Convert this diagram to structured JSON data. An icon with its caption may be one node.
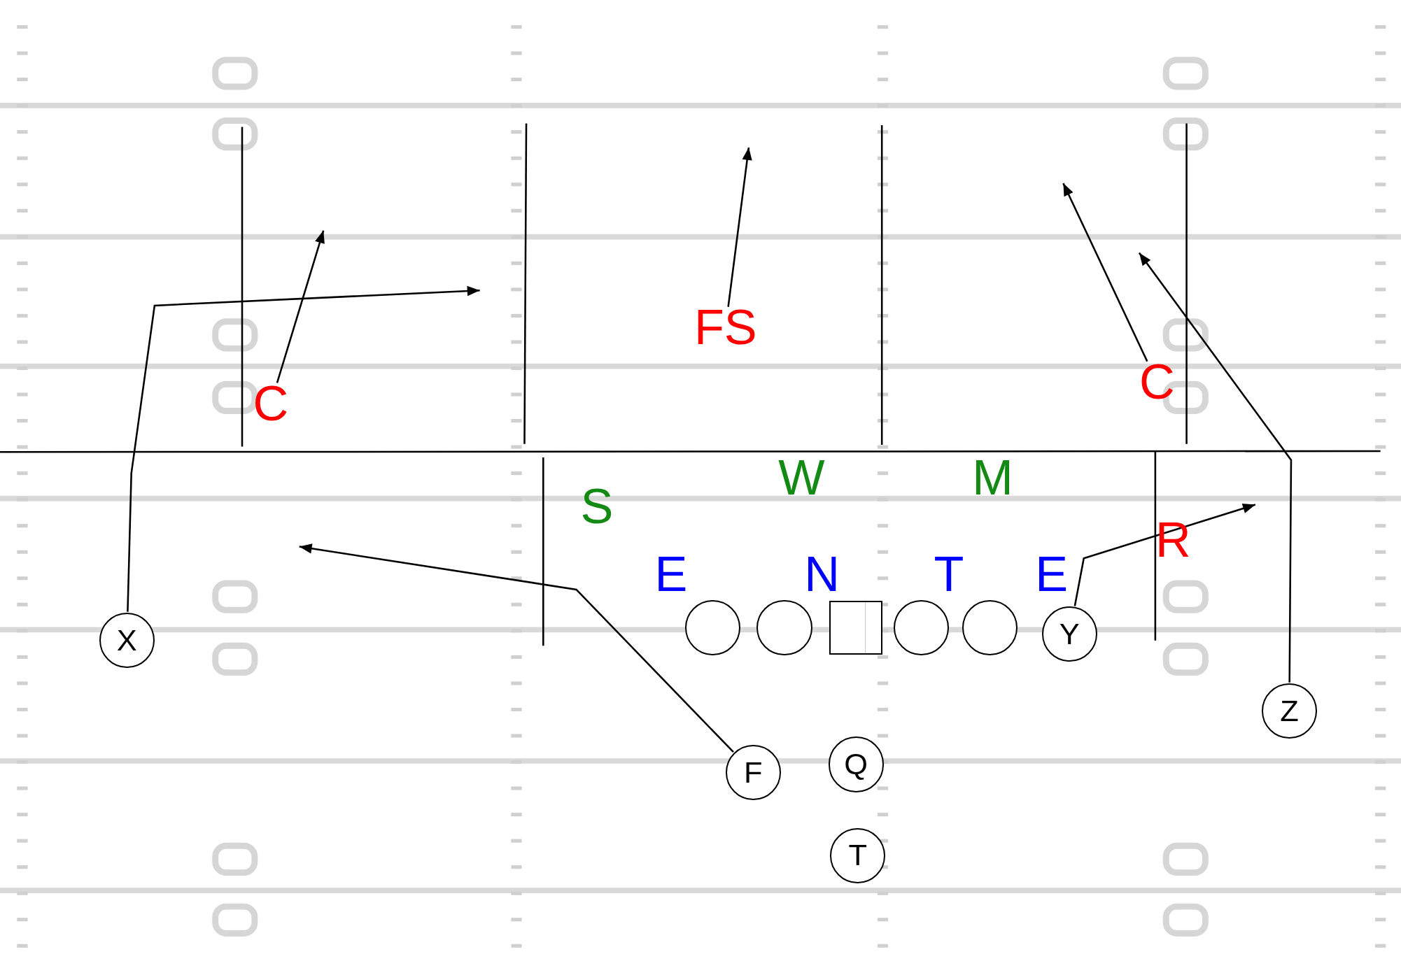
{
  "diagram": {
    "nodes": [
      {
        "text": [
          "C"
        ]
      },
      {
        "text": [
          "FS"
        ]
      },
      {
        "text": [
          "C"
        ]
      },
      {
        "text": [
          "X"
        ]
      },
      {
        "text": [],
        "shape": "circle"
      },
      {
        "text": [],
        "shape": "circle"
      },
      {
        "text": [],
        "shape": "box"
      },
      {
        "text": [],
        "shape": "circle"
      },
      {
        "text": [],
        "shape": "circle"
      },
      {
        "text": [
          "Y"
        ]
      },
      {
        "text": [
          "Z"
        ]
      },
      {
        "text": [
          "Q"
        ]
      },
      {
        "text": [
          "F"
        ]
      },
      {
        "text": [
          "T"
        ]
      }
    ],
    "edges": [
      {
        "from": 0,
        "to": null,
        "arrow": "to"
      },
      {
        "from": 1,
        "to": null,
        "arrow": "to"
      },
      {
        "from": 2,
        "to": null,
        "arrow": "to"
      },
      {
        "from": 3,
        "to": null,
        "arrow": "to"
      },
      {
        "from": 12,
        "to": null,
        "arrow": "to"
      },
      {
        "from": 9,
        "to": null,
        "arrow": "to"
      },
      {
        "from": 10,
        "to": null,
        "arrow": "to"
      }
    ],
    "labels": [
      "W",
      "M",
      "S",
      "R",
      "E",
      "N",
      "T",
      "E"
    ]
  }
}
